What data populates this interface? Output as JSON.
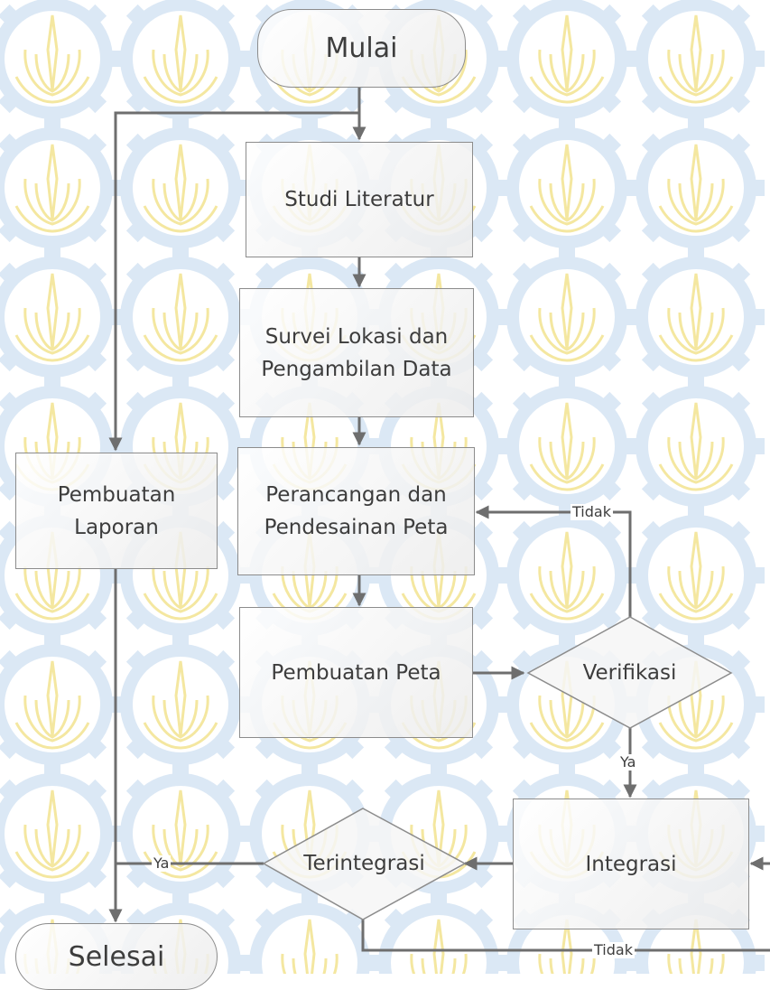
{
  "nodes": {
    "start": "Mulai",
    "studi": "Studi Literatur",
    "survei": "Survei Lokasi dan\nPengambilan Data",
    "perancangan": "Perancangan dan\nPendesainan Peta",
    "pembuatan_peta": "Pembuatan Peta",
    "verifikasi": "Verifikasi",
    "integrasi": "Integrasi",
    "terintegrasi": "Terintegrasi",
    "laporan": "Pembuatan\nLaporan",
    "end": "Selesai"
  },
  "edges": {
    "verifikasi_no": "Tidak",
    "verifikasi_yes": "Ya",
    "terintegrasi_yes": "Ya",
    "terintegrasi_no": "Tidak"
  },
  "colors": {
    "line": "#6e6e6e",
    "node_border": "#8c8c8c",
    "watermark_gear": "#dbe8f5",
    "watermark_lotus": "#f4e7a0"
  }
}
